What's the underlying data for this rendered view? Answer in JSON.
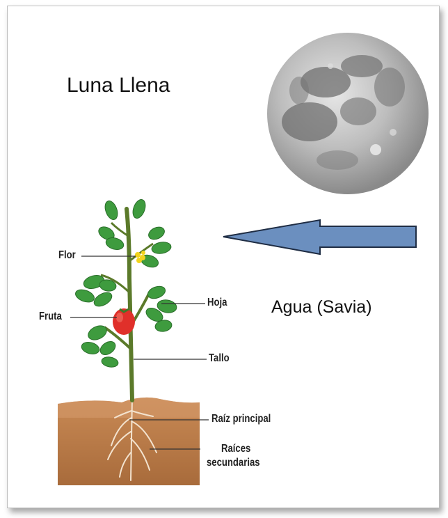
{
  "title": "Luna Llena",
  "water_label": "Agua (Savia)",
  "plant_labels": {
    "flor": "Flor",
    "fruta": "Fruta",
    "hoja": "Hoja",
    "tallo": "Tallo",
    "raiz_principal": "Raíz principal",
    "raices_line1": "Raíces",
    "raices_line2": "secundarias"
  },
  "colors": {
    "arrow_fill": "#6b8fbf",
    "arrow_stroke": "#1f2d44",
    "soil": "#b77a47",
    "leaf": "#3e9b3e",
    "fruit": "#e0302a",
    "flower": "#f2d41c"
  },
  "icons": [
    "moon-image",
    "plant-illustration",
    "left-arrow-shape"
  ]
}
